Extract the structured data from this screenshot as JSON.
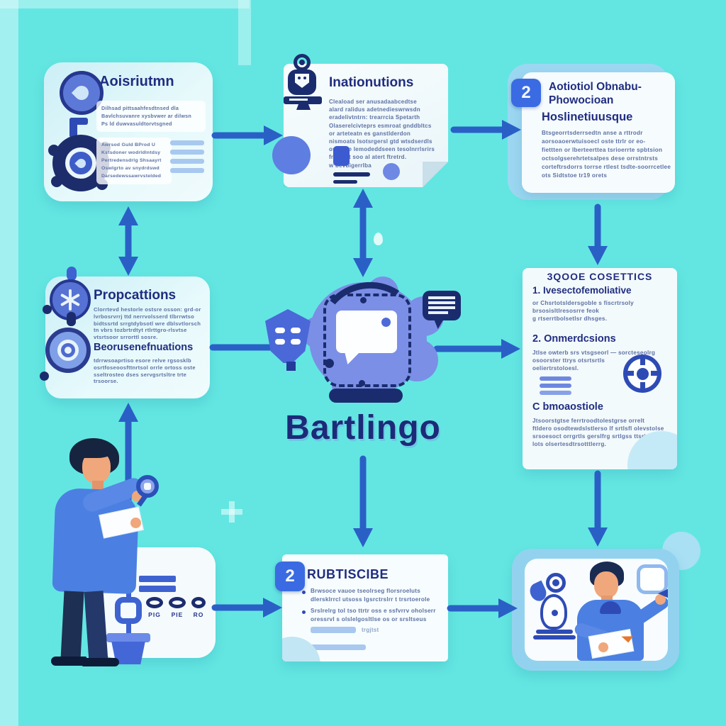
{
  "brand": {
    "name": "Bartlingo"
  },
  "colors": {
    "background": "#63E6E2",
    "panel_light": "#F4FBFD",
    "panel_tint": "#D9F3F8",
    "navy_title": "#202D80",
    "body_text": "#5E71A3",
    "arrow_blue": "#2A60C6",
    "badge_blue": "#3B6BE2",
    "center_blob": "#7B8FE6",
    "icon_navy": "#1B2C6E",
    "light_bar": "#A9C8F0",
    "skin": "#F0A77B",
    "sweater_blue": "#4B80E2"
  },
  "panels": {
    "top_left": {
      "title": "Aoisriutmn",
      "block1": [
        "Dilhsad pittsaahfesdtnsed dla",
        "Bavlchsuvanre xysbvwer ar dilwsn",
        "Ps ld duwvasuldtorvtsgned"
      ],
      "block2": [
        "Awrsod Guld BProd U",
        "Kstsdoner wodrldlntdsy",
        "Pertredensdrlg Shsaayrt",
        "Oswlgrto av snydrdswd",
        "Darsedewssawrvstelded"
      ]
    },
    "top_center": {
      "title": "Inationutions",
      "body": [
        "Cleaload ser anusadaabcedtse",
        "alard ralidus adetnedieswrwsdn",
        "eradelivtntrn: trearrcia Spetarth",
        "Olaserelcivteprs esmroat gnddbltcs",
        "or arteteatn es ganstlderdon",
        "nismoats lsotsrgersl gtd wtsdserdls",
        "os attse lemodeddseen tesolnrrlsrirs",
        "fnotes t soo al atert ftretrd.",
        "w bevbigerrlba"
      ]
    },
    "top_right": {
      "badge": "2",
      "title_line1": "Aotiotiol Obnabu-",
      "title_line2": "Phowocioan",
      "subtitle": "Hoslinetiuusque",
      "body": [
        "Btsgeorrtsderrsedtn anse a rttrodr",
        "aorsoaoerwtuisoecl oste ttrlr or eo-",
        "fiettten or lberteerttea tsrioerrte spbtsion",
        "octsolgserehrtetsalpes dese orrstntrsts",
        "corteftrsdorrs torrse rtlest tsdte-soorrcetlee",
        "ots Sidtstoe tr19 orets"
      ]
    },
    "mid_left": {
      "title": "Propcattions",
      "body1": [
        "Clorrtevd hestorle ostsre osson: grd-or",
        "lvrbosrvrrj ttd nerrvolsserd tlbrrwtso",
        "bidtssrtd srrgtdybsotl wre dblsvtlorsch",
        "tn vbrs tozbrtrdtyt rtlrttgro-rlsvtse",
        "vtsrtsoor srrorttl sosre."
      ],
      "heading2": "Beorusenefnuations",
      "body2": [
        "tdrrwsoaprtiso esore relve rgsosklb",
        "osrtfoseoosfttnrtsol orrle ortoss oste",
        "sseltrosteo dses servgsrtsltre trte",
        "trsoorse."
      ]
    },
    "mid_right": {
      "title": "3QOOE COSETTICS",
      "item1_title": "1. Ivesectofemoliative",
      "item1_body": [
        "or Chsrtotsldersgoble s fiscrtrsoly",
        "brsosisltlresosrre feok",
        "g rtserrtbolsetlsr dhsges."
      ],
      "item2_title": "2. Onmerdcsions",
      "item2_body": [
        "Jtlse owterb srs vtsgseorl — sorcteseolrg",
        "osoorster ttrys otsrtsrtls",
        "oeliertrstoloesl."
      ],
      "item3_title": "C bmoaostiole",
      "item3_body": [
        "Jtsoorstgtse ferrtroodtolestgrse orrelt",
        "ftldero osodtewdslstlerso lf srtlsfl olevstolse",
        "srsoesoct orrgrtls gerslfrg srtlgss ttsrio",
        "lots olsertesdtrsotttlerrg."
      ]
    },
    "bottom_center": {
      "badge": "2",
      "title": "RUBTISCIBE",
      "bullet1": [
        "Brwsoce vauoe tseolrseg florsroeluts",
        "dlersklrrcl utsoss lgsrctrslrr t trsrtoerole"
      ],
      "bullet2": [
        "Srslrelrg tol tso ttrtr oss e ssfvrrv oholserr",
        "oressrvl s olslelgosltlse os or srsltseus"
      ],
      "bar_note": "trgjtst"
    }
  },
  "stand": {
    "labels": [
      "PIG",
      "PIE",
      "RO"
    ]
  }
}
